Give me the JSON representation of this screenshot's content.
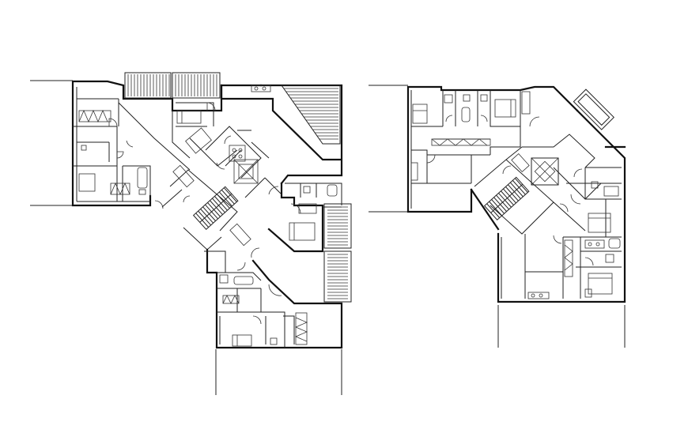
{
  "drawing": {
    "kind": "architectural floor plans",
    "stroke_color": "#111111",
    "background": "#ffffff"
  },
  "plans": [
    {
      "id": "plan-left"
    },
    {
      "id": "plan-right"
    }
  ]
}
